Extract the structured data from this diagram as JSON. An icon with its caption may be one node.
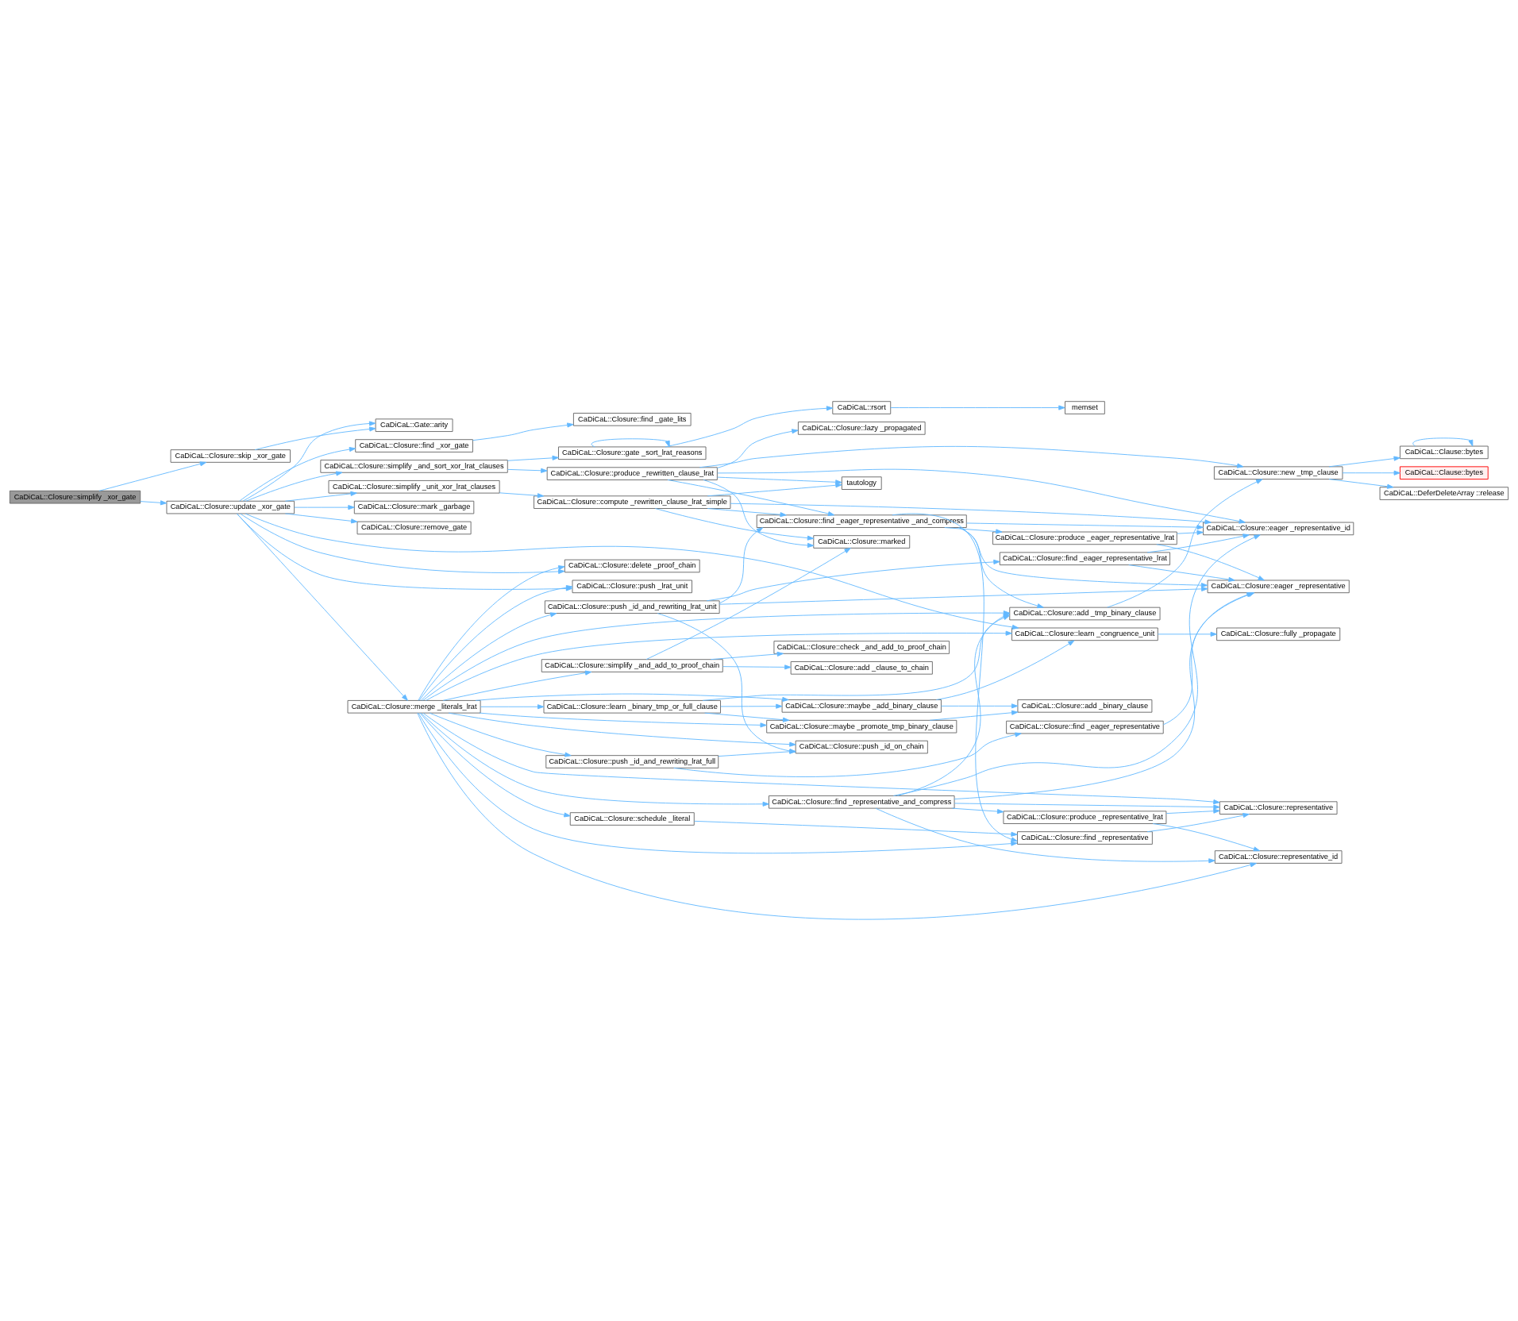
{
  "diagram": {
    "nodes": [
      {
        "text": [
          "CaDiCaL::Closure::simplify _xor_gate"
        ]
      },
      {
        "text": [
          "CaDiCaL::Closure::skip _xor_gate"
        ]
      },
      {
        "text": [
          "CaDiCaL::Closure::update _xor_gate"
        ]
      },
      {
        "text": [
          "CaDiCaL::Gate::arity"
        ]
      },
      {
        "text": [
          "CaDiCaL::Closure::find _xor_gate"
        ]
      },
      {
        "text": [
          "CaDiCaL::Closure::find _gate_lits"
        ]
      },
      {
        "text": [
          "CaDiCaL::Closure::mark _garbage"
        ]
      },
      {
        "text": [
          "CaDiCaL::Closure::remove_gate"
        ]
      },
      {
        "text": [
          "CaDiCaL::Closure::delete _proof_chain"
        ]
      },
      {
        "text": [
          "CaDiCaL::Closure::merge _literals_lrat"
        ]
      },
      {
        "text": [
          "CaDiCaL::Closure::simplify _unit_xor_lrat_clauses"
        ]
      },
      {
        "text": [
          "CaDiCaL::Closure::simplify _and_sort_xor_lrat_clauses"
        ]
      },
      {
        "text": [
          "CaDiCaL::Closure::push _lrat_unit"
        ]
      },
      {
        "text": [
          "CaDiCaL::Closure::maybe _promote_tmp_binary_clause"
        ]
      },
      {
        "text": [
          "CaDiCaL::Closure::learn _binary_tmp_or_full_clause"
        ]
      },
      {
        "text": [
          "CaDiCaL::Closure::maybe _add_binary_clause"
        ]
      },
      {
        "text": [
          "CaDiCaL::Closure::add _binary_clause"
        ]
      },
      {
        "text": [
          "CaDiCaL::Closure::learn _congruence_unit"
        ]
      },
      {
        "text": [
          "CaDiCaL::Closure::fully _propagate"
        ]
      },
      {
        "text": [
          "CaDiCaL::Closure::simplify _and_add_to_proof_chain"
        ]
      },
      {
        "text": [
          "CaDiCaL::Closure::check _and_add_to_proof_chain"
        ]
      },
      {
        "text": [
          "CaDiCaL::Closure::add _clause_to_chain"
        ]
      },
      {
        "text": [
          "CaDiCaL::Closure::find _representative_and_compress"
        ]
      },
      {
        "text": [
          "CaDiCaL::Closure::produce _representative_lrat"
        ]
      },
      {
        "text": [
          "CaDiCaL::Closure::representative_id"
        ]
      },
      {
        "text": [
          "CaDiCaL::Closure::representative"
        ]
      },
      {
        "text": [
          "CaDiCaL::Closure::push _id_and_rewriting_lrat_full"
        ]
      },
      {
        "text": [
          "CaDiCaL::Closure::find _eager_representative"
        ]
      },
      {
        "text": [
          "CaDiCaL::Closure::push _id_on_chain"
        ]
      },
      {
        "text": [
          "CaDiCaL::Closure::find _representative"
        ]
      },
      {
        "text": [
          "CaDiCaL::Closure::schedule _literal"
        ]
      },
      {
        "text": [
          "CaDiCaL::Closure::push _id_and_rewriting_lrat_unit"
        ]
      },
      {
        "text": [
          "CaDiCaL::Closure::add _tmp_binary_clause"
        ]
      },
      {
        "text": [
          "CaDiCaL::Closure::eager _representative"
        ]
      },
      {
        "text": [
          "CaDiCaL::Closure::marked"
        ]
      },
      {
        "text": [
          "CaDiCaL::Closure::find _eager_representative_lrat"
        ]
      },
      {
        "text": [
          "CaDiCaL::Closure::find _eager_representative _and_compress"
        ]
      },
      {
        "text": [
          "CaDiCaL::Closure::produce _eager_representative_lrat"
        ]
      },
      {
        "text": [
          "CaDiCaL::Closure::eager _representative_id"
        ]
      },
      {
        "text": [
          "CaDiCaL::Closure::compute _rewritten_clause_lrat_simple"
        ]
      },
      {
        "text": [
          "CaDiCaL::Closure::produce _rewritten_clause_lrat"
        ]
      },
      {
        "text": [
          "tautology"
        ]
      },
      {
        "text": [
          "CaDiCaL::Closure::lazy _propagated"
        ]
      },
      {
        "text": [
          "CaDiCaL::Closure::new _tmp_clause"
        ]
      },
      {
        "text": [
          "CaDiCaL::Clause::bytes"
        ]
      },
      {
        "text": [
          "CaDiCaL::Clause::bytes"
        ]
      },
      {
        "text": [
          "CaDiCaL::DeferDeleteArray ::release"
        ]
      },
      {
        "text": [
          "CaDiCaL::Closure::gate _sort_lrat_reasons"
        ]
      },
      {
        "text": [
          "CaDiCaL::rsort"
        ]
      },
      {
        "text": [
          "memset"
        ]
      }
    ],
    "edges": [
      {
        "from": 0,
        "to": 1,
        "arrow": "to"
      },
      {
        "from": 0,
        "to": 2,
        "arrow": "to"
      },
      {
        "from": 1,
        "to": 3,
        "arrow": "to"
      },
      {
        "from": 2,
        "to": 3,
        "arrow": "to"
      },
      {
        "from": 2,
        "to": 4,
        "arrow": "to"
      },
      {
        "from": 2,
        "to": 6,
        "arrow": "to"
      },
      {
        "from": 2,
        "to": 7,
        "arrow": "to"
      },
      {
        "from": 2,
        "to": 17,
        "arrow": "to"
      },
      {
        "from": 2,
        "to": 8,
        "arrow": "to"
      },
      {
        "from": 2,
        "to": 9,
        "arrow": "to"
      },
      {
        "from": 2,
        "to": 10,
        "arrow": "to"
      },
      {
        "from": 2,
        "to": 11,
        "arrow": "to"
      },
      {
        "from": 2,
        "to": 12,
        "arrow": "to"
      },
      {
        "from": 4,
        "to": 5,
        "arrow": "to"
      },
      {
        "from": 9,
        "to": 8,
        "arrow": "to"
      },
      {
        "from": 9,
        "to": 13,
        "arrow": "to"
      },
      {
        "from": 9,
        "to": 14,
        "arrow": "to"
      },
      {
        "from": 9,
        "to": 15,
        "arrow": "to"
      },
      {
        "from": 9,
        "to": 17,
        "arrow": "to"
      },
      {
        "from": 9,
        "to": 24,
        "arrow": "to"
      },
      {
        "from": 9,
        "to": 19,
        "arrow": "to"
      },
      {
        "from": 9,
        "to": 22,
        "arrow": "to"
      },
      {
        "from": 9,
        "to": 25,
        "arrow": "to"
      },
      {
        "from": 9,
        "to": 26,
        "arrow": "to"
      },
      {
        "from": 9,
        "to": 28,
        "arrow": "to"
      },
      {
        "from": 9,
        "to": 29,
        "arrow": "to"
      },
      {
        "from": 9,
        "to": 30,
        "arrow": "to"
      },
      {
        "from": 9,
        "to": 32,
        "arrow": "to"
      },
      {
        "from": 9,
        "to": 31,
        "arrow": "to"
      },
      {
        "from": 9,
        "to": 12,
        "arrow": "to"
      },
      {
        "from": 10,
        "to": 39,
        "arrow": "to"
      },
      {
        "from": 11,
        "to": 40,
        "arrow": "to"
      },
      {
        "from": 11,
        "to": 47,
        "arrow": "to"
      },
      {
        "from": 13,
        "to": 16,
        "arrow": "to"
      },
      {
        "from": 14,
        "to": 13,
        "arrow": "to"
      },
      {
        "from": 14,
        "to": 15,
        "arrow": "to"
      },
      {
        "from": 14,
        "to": 32,
        "arrow": "to"
      },
      {
        "from": 15,
        "to": 16,
        "arrow": "to"
      },
      {
        "from": 15,
        "to": 17,
        "arrow": "to"
      },
      {
        "from": 17,
        "to": 18,
        "arrow": "to"
      },
      {
        "from": 19,
        "to": 20,
        "arrow": "to"
      },
      {
        "from": 19,
        "to": 21,
        "arrow": "to"
      },
      {
        "from": 19,
        "to": 34,
        "arrow": "to"
      },
      {
        "from": 22,
        "to": 24,
        "arrow": "to"
      },
      {
        "from": 22,
        "to": 23,
        "arrow": "to"
      },
      {
        "from": 22,
        "to": 25,
        "arrow": "to"
      },
      {
        "from": 22,
        "to": 33,
        "arrow": "to"
      },
      {
        "from": 22,
        "to": 32,
        "arrow": "to"
      },
      {
        "from": 22,
        "to": 38,
        "arrow": "to"
      },
      {
        "from": 23,
        "to": 24,
        "arrow": "to"
      },
      {
        "from": 23,
        "to": 25,
        "arrow": "to"
      },
      {
        "from": 26,
        "to": 27,
        "arrow": "to"
      },
      {
        "from": 26,
        "to": 28,
        "arrow": "to"
      },
      {
        "from": 27,
        "to": 33,
        "arrow": "to"
      },
      {
        "from": 29,
        "to": 25,
        "arrow": "to"
      },
      {
        "from": 30,
        "to": 29,
        "arrow": "to"
      },
      {
        "from": 31,
        "to": 28,
        "arrow": "to"
      },
      {
        "from": 31,
        "to": 33,
        "arrow": "to"
      },
      {
        "from": 31,
        "to": 35,
        "arrow": "to"
      },
      {
        "from": 31,
        "to": 36,
        "arrow": "to"
      },
      {
        "from": 32,
        "to": 43,
        "arrow": "to"
      },
      {
        "from": 35,
        "to": 33,
        "arrow": "to"
      },
      {
        "from": 35,
        "to": 38,
        "arrow": "to"
      },
      {
        "from": 36,
        "to": 29,
        "arrow": "to"
      },
      {
        "from": 36,
        "to": 32,
        "arrow": "to"
      },
      {
        "from": 36,
        "to": 33,
        "arrow": "to"
      },
      {
        "from": 36,
        "to": 37,
        "arrow": "to"
      },
      {
        "from": 36,
        "to": 38,
        "arrow": "to"
      },
      {
        "from": 37,
        "to": 33,
        "arrow": "to"
      },
      {
        "from": 37,
        "to": 38,
        "arrow": "to"
      },
      {
        "from": 39,
        "to": 34,
        "arrow": "to"
      },
      {
        "from": 39,
        "to": 36,
        "arrow": "to"
      },
      {
        "from": 39,
        "to": 38,
        "arrow": "to"
      },
      {
        "from": 39,
        "to": 41,
        "arrow": "to"
      },
      {
        "from": 40,
        "to": 34,
        "arrow": "to"
      },
      {
        "from": 40,
        "to": 36,
        "arrow": "to"
      },
      {
        "from": 40,
        "to": 41,
        "arrow": "to"
      },
      {
        "from": 40,
        "to": 42,
        "arrow": "to"
      },
      {
        "from": 40,
        "to": 43,
        "arrow": "to"
      },
      {
        "from": 40,
        "to": 38,
        "arrow": "to"
      },
      {
        "from": 43,
        "to": 44,
        "arrow": "to"
      },
      {
        "from": 43,
        "to": 45,
        "arrow": "to"
      },
      {
        "from": 43,
        "to": 46,
        "arrow": "to"
      },
      {
        "from": 44,
        "to": 44,
        "arrow": "to"
      },
      {
        "from": 47,
        "to": 47,
        "arrow": "to"
      },
      {
        "from": 47,
        "to": 48,
        "arrow": "to"
      },
      {
        "from": 48,
        "to": 49,
        "arrow": "to"
      }
    ]
  }
}
